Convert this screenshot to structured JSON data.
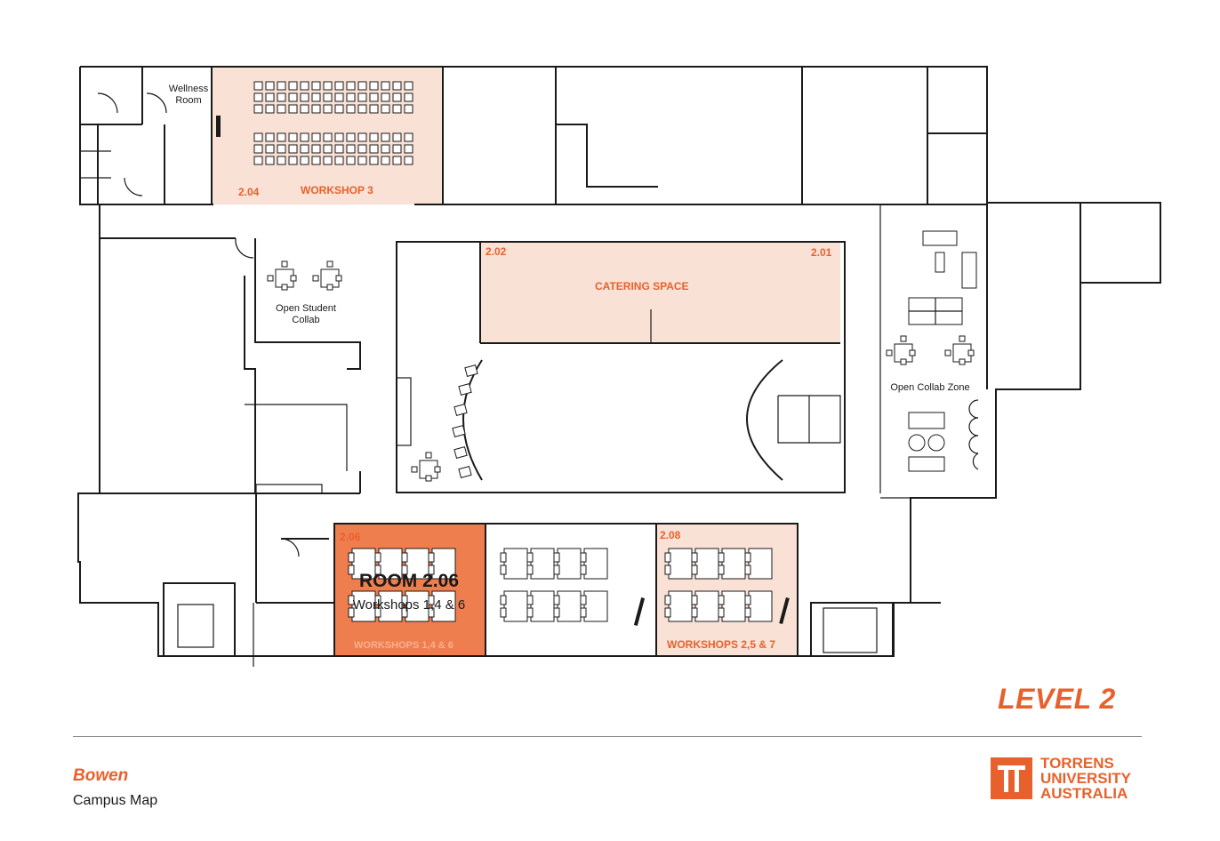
{
  "level_title": "LEVEL 2",
  "campus_name": "Bowen",
  "subtitle": "Campus Map",
  "logo": {
    "lines": [
      "TORRENS",
      "UNIVERSITY",
      "AUSTRALIA"
    ],
    "color": "#e8612c"
  },
  "colors": {
    "accent": "#e8612c",
    "room_light": "#f9e1d6",
    "room_highlight": "#ef7e4e",
    "wall": "#1a1a1a"
  },
  "rooms": {
    "r204": {
      "number": "2.04",
      "name": "WORKSHOP 3"
    },
    "r202": {
      "number": "2.02"
    },
    "r201": {
      "number": "2.01"
    },
    "catering": {
      "name": "CATERING SPACE"
    },
    "r206": {
      "number": "2.06",
      "name": "WORKSHOPS 1,4 & 6",
      "callout_title": "ROOM 2.06",
      "callout_sub": "Workshops 1,4 & 6"
    },
    "r208": {
      "number": "2.08",
      "name": "WORKSHOPS 2,5 & 7"
    }
  },
  "labels": {
    "wellness_line1": "Wellness",
    "wellness_line2": "Room",
    "open_student_line1": "Open Student",
    "open_student_line2": "Collab",
    "open_collab_zone": "Open Collab Zone"
  }
}
